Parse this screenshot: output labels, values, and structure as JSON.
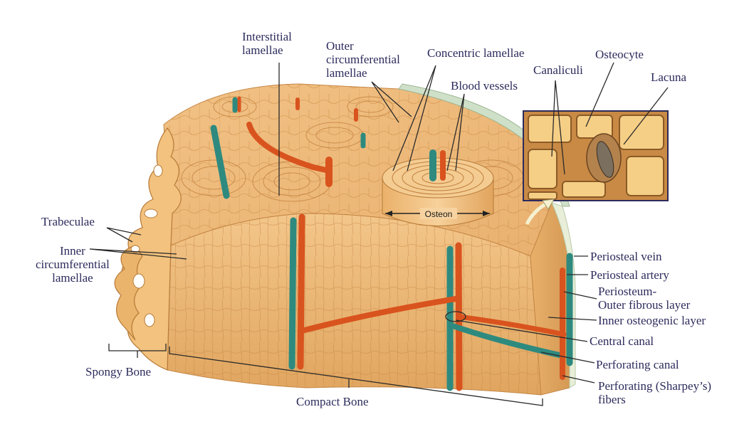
{
  "labels": {
    "interstitial": "Interstitial\nlamellae",
    "outer_circ": "Outer\ncircumferential\nlamellae",
    "concentric": "Concentric lamellae",
    "osteocyte": "Osteocyte",
    "canaliculi": "Canaliculi",
    "lacuna": "Lacuna",
    "blood_vessels": "Blood vessels",
    "trabeculae": "Trabeculae",
    "inner_circ": "Inner\ncircumferential\nlamellae",
    "osteon": "Osteon",
    "periosteal_vein": "Periosteal vein",
    "periosteal_artery": "Periosteal artery",
    "periosteum": "Periosteum-\nOuter fibrous layer",
    "inner_osteogenic": "Inner osteogenic layer",
    "central_canal": "Central canal",
    "perforating_canal": "Perforating canal",
    "sharpeys": "Perforating (Sharpey’s)\nfibers",
    "spongy_bone": "Spongy Bone",
    "compact_bone": "Compact Bone"
  },
  "colors": {
    "bone_light": "#f3c98a",
    "bone_mid": "#e8b06a",
    "bone_dark": "#c98a45",
    "artery": "#d9531e",
    "vein": "#2e8a7f",
    "label_text": "#2b2b5c",
    "line": "#2a2a2a"
  }
}
